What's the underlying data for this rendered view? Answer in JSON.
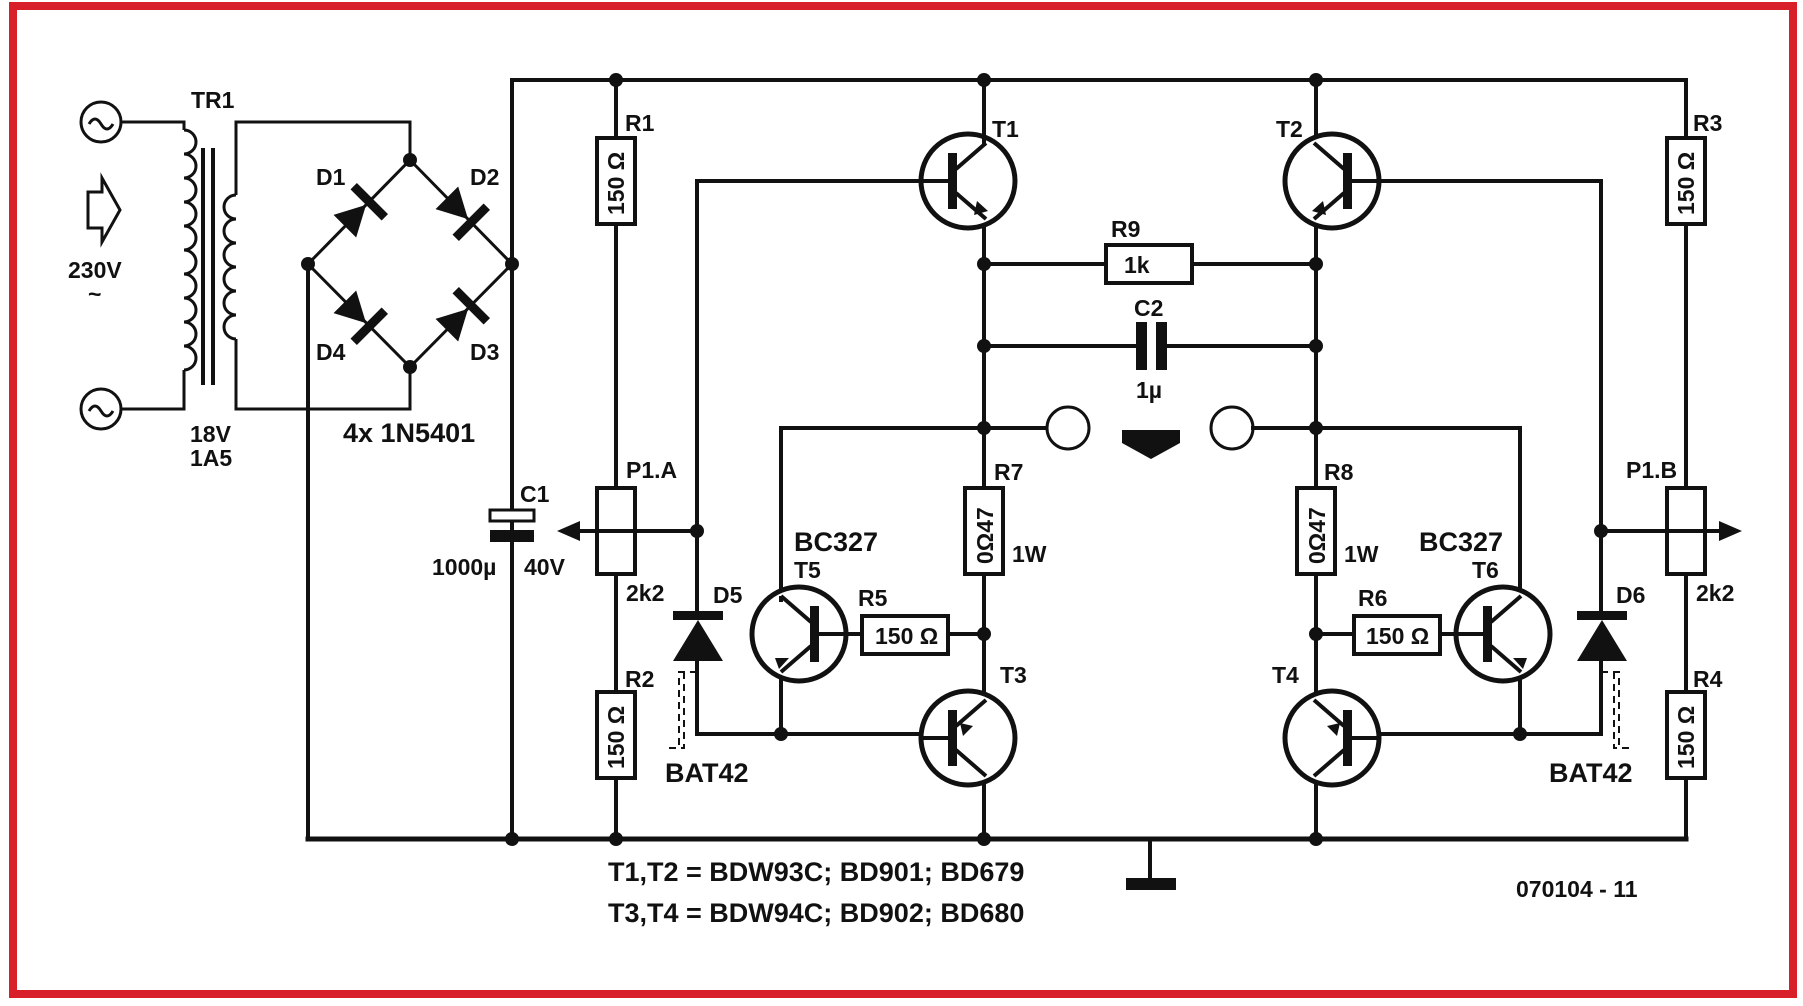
{
  "border_color": "#d8202b",
  "transformer": {
    "ref": "TR1",
    "input_voltage": "230V",
    "input_ac_symbol": "~",
    "secondary_voltage": "18V",
    "secondary_current": "1A5"
  },
  "bridge": {
    "diodes": [
      "D1",
      "D2",
      "D3",
      "D4"
    ],
    "part": "4x 1N5401"
  },
  "capacitors": {
    "c1": {
      "ref": "C1",
      "value": "1000µ",
      "voltage": "40V"
    },
    "c2": {
      "ref": "C2",
      "value": "1µ"
    }
  },
  "resistors": {
    "r1": {
      "ref": "R1",
      "value": "150 Ω"
    },
    "r2": {
      "ref": "R2",
      "value": "150 Ω"
    },
    "r3": {
      "ref": "R3",
      "value": "150 Ω"
    },
    "r4": {
      "ref": "R4",
      "value": "150 Ω"
    },
    "r5": {
      "ref": "R5",
      "value": "150 Ω"
    },
    "r6": {
      "ref": "R6",
      "value": "150 Ω"
    },
    "r7": {
      "ref": "R7",
      "value": "0Ω47",
      "power": "1W"
    },
    "r8": {
      "ref": "R8",
      "value": "0Ω47",
      "power": "1W"
    },
    "r9": {
      "ref": "R9",
      "value": "1k"
    }
  },
  "potentiometers": {
    "p1a": {
      "ref": "P1.A",
      "value": "2k2"
    },
    "p1b": {
      "ref": "P1.B",
      "value": "2k2"
    }
  },
  "transistors": {
    "t1": "T1",
    "t2": "T2",
    "t3": "T3",
    "t4": "T4",
    "t5": {
      "ref": "T5",
      "part": "BC327"
    },
    "t6": {
      "ref": "T6",
      "part": "BC327"
    }
  },
  "diodes": {
    "d5": {
      "ref": "D5",
      "part": "BAT42"
    },
    "d6": {
      "ref": "D6",
      "part": "BAT42"
    }
  },
  "notes": {
    "line1": "T1,T2 = BDW93C; BD901; BD679",
    "line2": "T3,T4 = BDW94C; BD902; BD680",
    "figure_number": "070104 - 11"
  }
}
